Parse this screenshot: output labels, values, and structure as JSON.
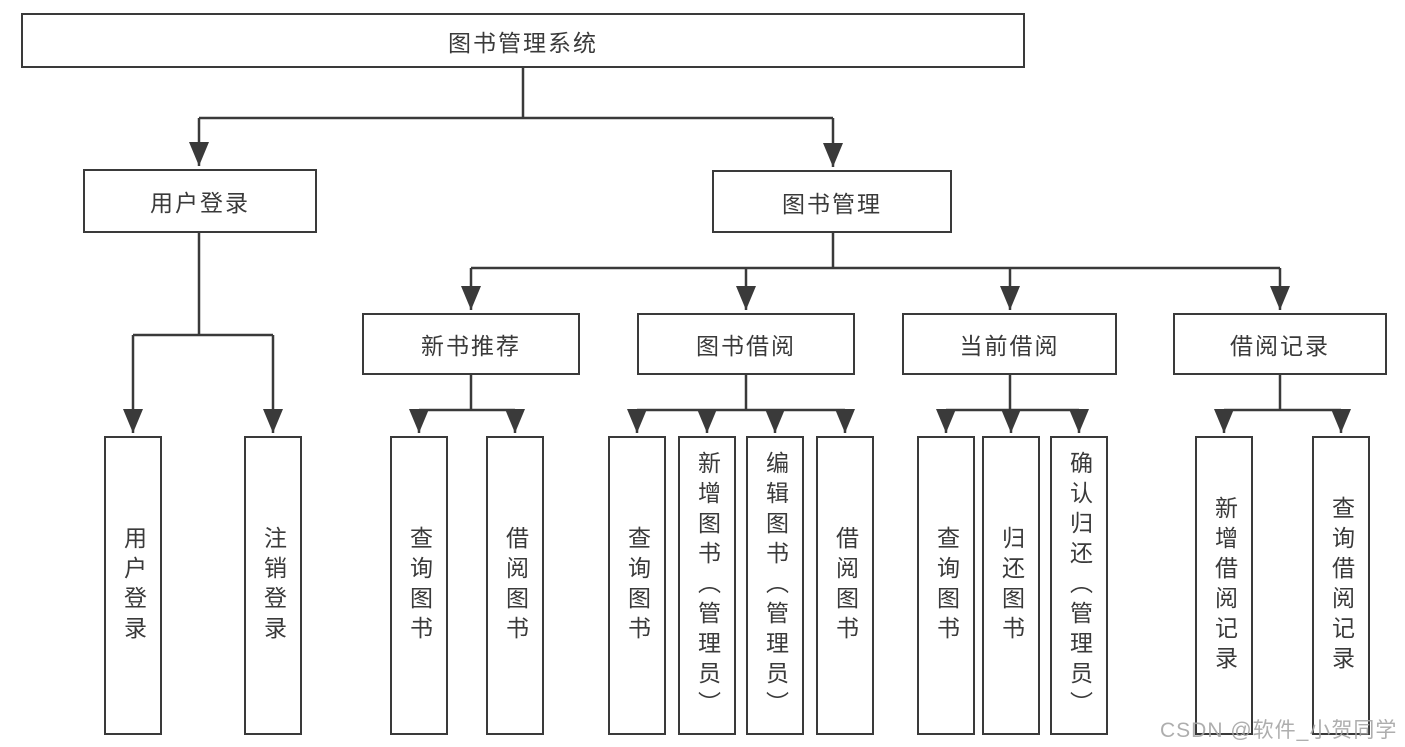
{
  "title": "图书管理系统",
  "branches": {
    "user_login": {
      "label": "用户登录",
      "children": [
        "用户登录",
        "注销登录"
      ]
    },
    "book_mgmt": {
      "label": "图书管理",
      "sections": {
        "new_books": {
          "label": "新书推荐",
          "children": [
            "查询图书",
            "借阅图书"
          ]
        },
        "book_borrow": {
          "label": "图书借阅",
          "children": [
            "查询图书",
            "新增图书（管理员）",
            "编辑图书（管理员）",
            "借阅图书"
          ]
        },
        "current_borrow": {
          "label": "当前借阅",
          "children": [
            "查询图书",
            "归还图书",
            "确认归还（管理员）"
          ]
        },
        "borrow_records": {
          "label": "借阅记录",
          "children": [
            "新增借阅记录",
            "查询借阅记录"
          ]
        }
      }
    }
  },
  "watermark": "CSDN @软件_小贺同学",
  "colors": {
    "line": "#3a3a3a",
    "text": "#3a3a3a",
    "background": "#ffffff",
    "watermark": "#a5a5a5"
  }
}
